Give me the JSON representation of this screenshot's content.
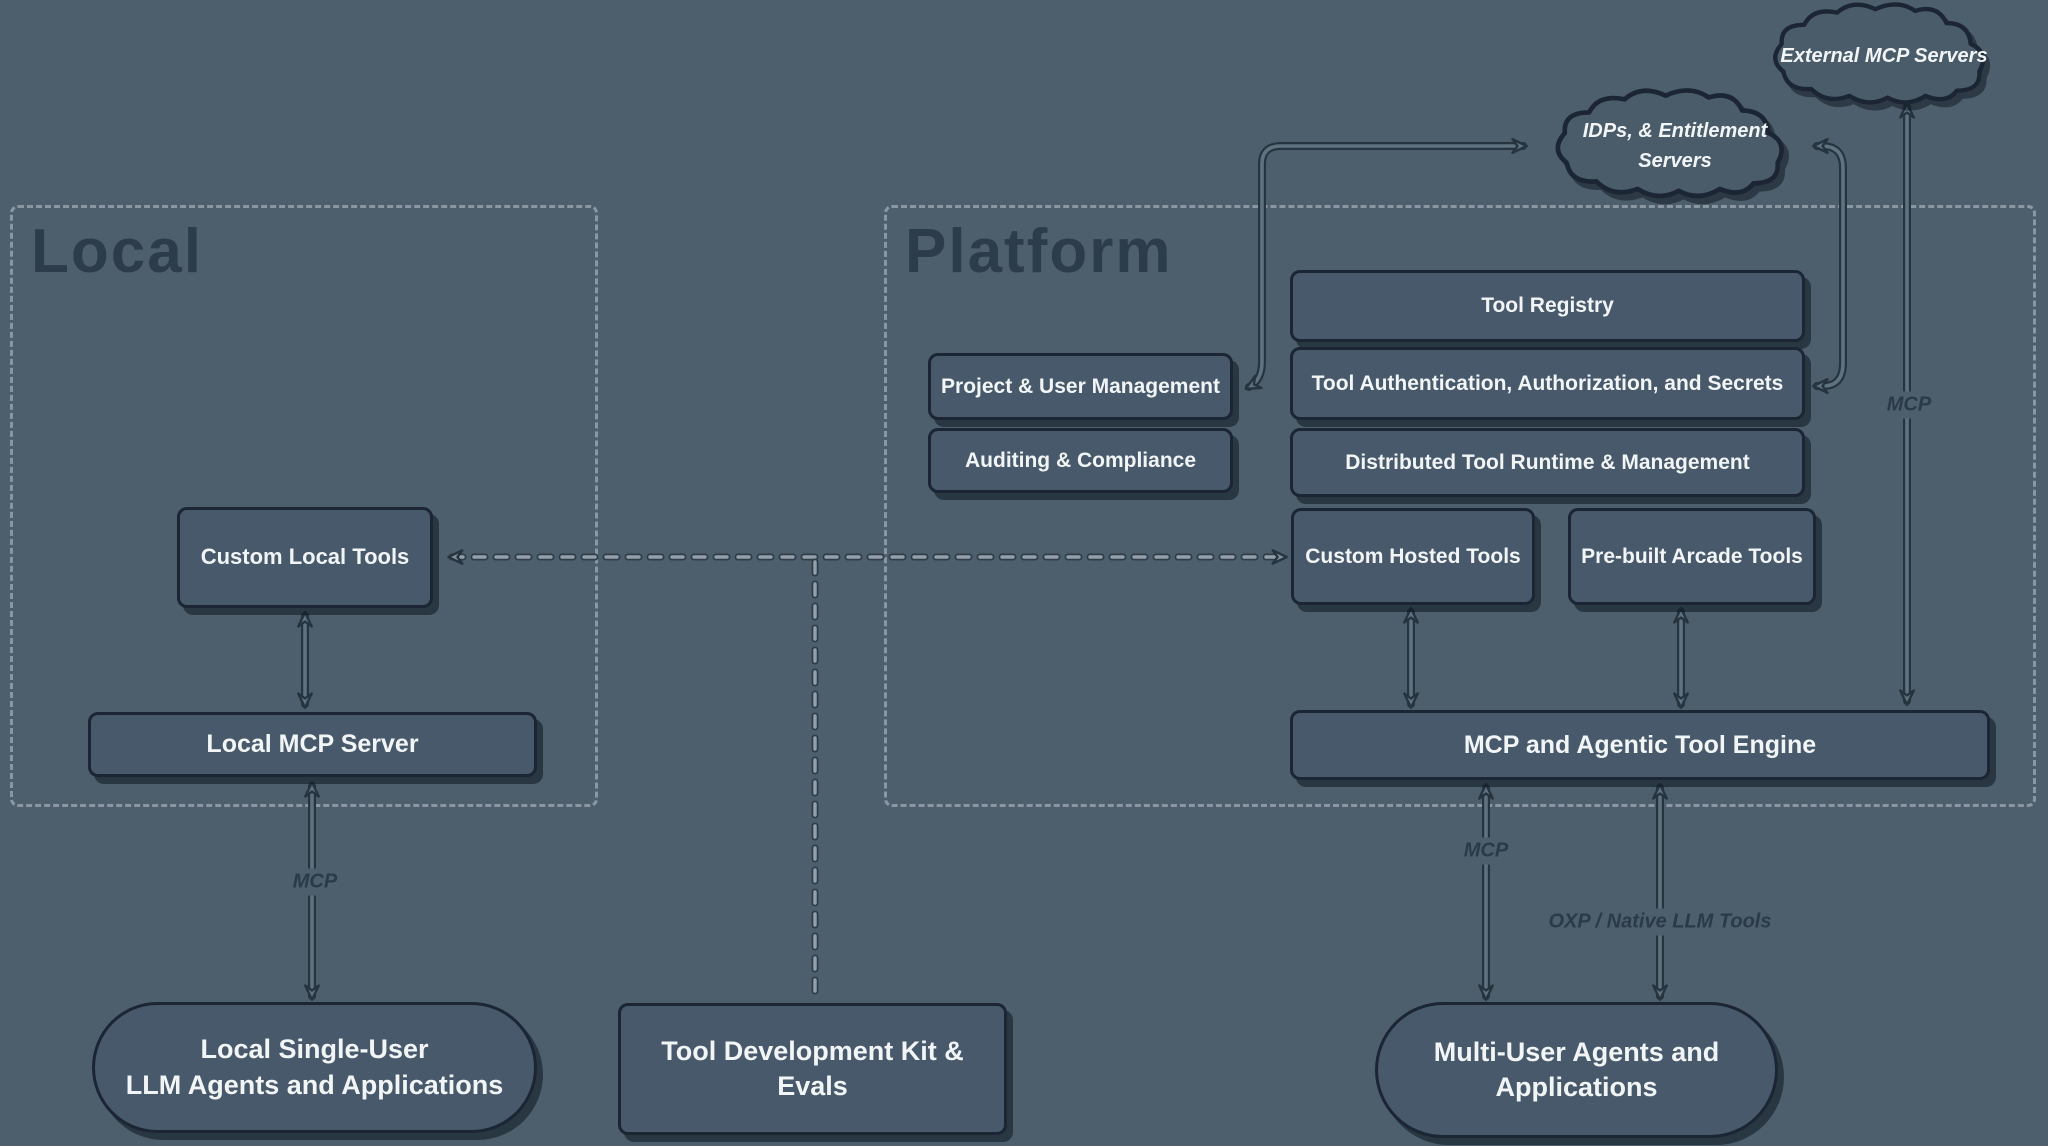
{
  "colors": {
    "background": "#4d5f6c",
    "node_fill": "#47596a",
    "node_border": "#1b2534",
    "node_text": "#f2f5f6",
    "region_title": "#2c3c4b",
    "dashed_border": "#8a97a3",
    "edge_dark": "#26343f",
    "edge_light": "#5e7280"
  },
  "regions": {
    "local": {
      "title": "Local"
    },
    "platform": {
      "title": "Platform"
    }
  },
  "clouds": {
    "external_mcp_servers": {
      "label": "External MCP Servers"
    },
    "idp_entitlement_servers": {
      "lines": [
        "IDPs, & Entitlement",
        "Servers"
      ]
    }
  },
  "nodes": {
    "custom_local_tools": {
      "label": "Custom Local Tools"
    },
    "local_mcp_server": {
      "label": "Local MCP Server"
    },
    "local_single_user_agents": {
      "lines": [
        "Local Single-User",
        "LLM Agents and Applications"
      ]
    },
    "tool_development_kit": {
      "label": "Tool Development Kit & Evals"
    },
    "project_user_management": {
      "label": "Project & User Management"
    },
    "auditing_compliance": {
      "label": "Auditing & Compliance"
    },
    "tool_registry": {
      "label": "Tool Registry"
    },
    "tool_auth_secrets": {
      "label": "Tool Authentication, Authorization, and Secrets"
    },
    "distributed_tool_runtime": {
      "label": "Distributed Tool Runtime & Management"
    },
    "custom_hosted_tools": {
      "label": "Custom Hosted Tools"
    },
    "prebuilt_arcade_tools": {
      "label": "Pre-built Arcade Tools"
    },
    "mcp_agentic_tool_engine": {
      "label": "MCP and Agentic Tool Engine"
    },
    "multi_user_agents": {
      "lines": [
        "Multi-User Agents and",
        "Applications"
      ]
    }
  },
  "edge_labels": {
    "local_mcp": "MCP",
    "engine_mcp": "MCP",
    "engine_oxp": "OXP / Native LLM Tools",
    "external_mcp": "MCP"
  }
}
